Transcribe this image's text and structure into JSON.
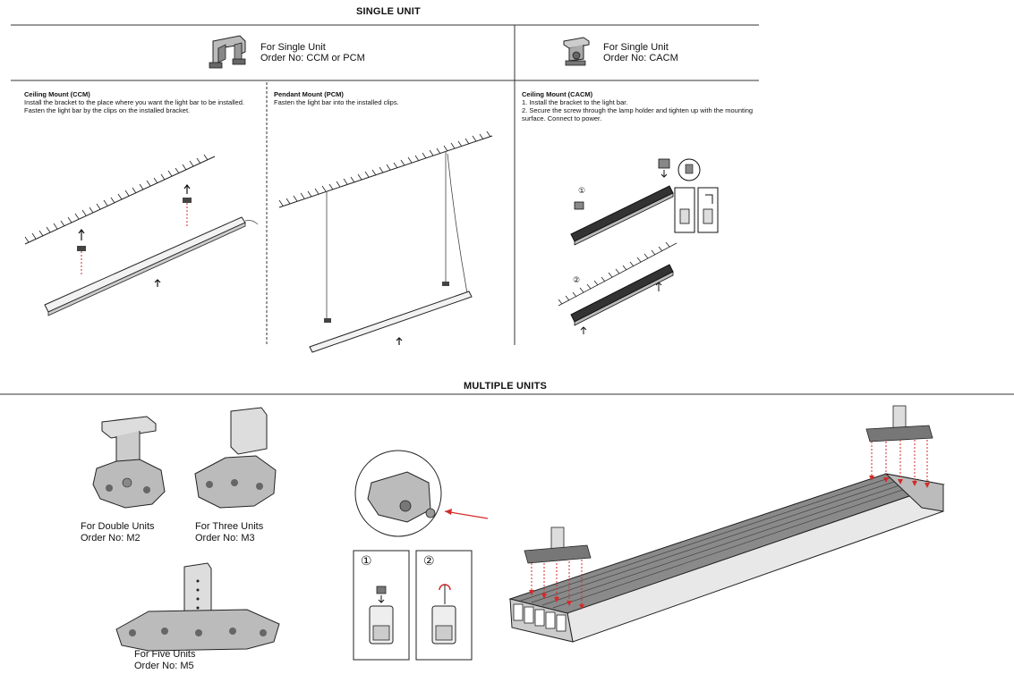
{
  "single": {
    "title": "SINGLE UNIT",
    "header_left": {
      "line1": "For Single Unit",
      "line2": "Order No: CCM or PCM"
    },
    "header_right": {
      "line1": "For Single Unit",
      "line2": "Order No: CACM"
    },
    "ccm": {
      "heading": "Ceiling Mount (CCM)",
      "text": "Install the bracket to the place where you want the light bar to be installed.  Fasten the light bar by the clips on the installed bracket."
    },
    "pcm": {
      "heading": "Pendant Mount (PCM)",
      "text": "Fasten the light bar into the installed clips."
    },
    "cacm": {
      "heading": "Ceiling Mount (CACM)",
      "step1": "1. Install the bracket to the light bar.",
      "step2": "2. Secure the screw through the lamp holder and tighten up with the mounting surface.  Connect to power.",
      "marker1": "①",
      "marker2": "②"
    }
  },
  "multiple": {
    "title": "MULTIPLE UNITS",
    "double": {
      "line1": "For Double Units",
      "line2": "Order No: M2"
    },
    "three": {
      "line1": "For Three Units",
      "line2": "Order No: M3"
    },
    "five": {
      "line1": "For Five Units",
      "line2": "Order No: M5"
    },
    "step1": "①",
    "step2": "②"
  },
  "colors": {
    "arrow_red": "#d62a2a",
    "line": "#222222"
  }
}
